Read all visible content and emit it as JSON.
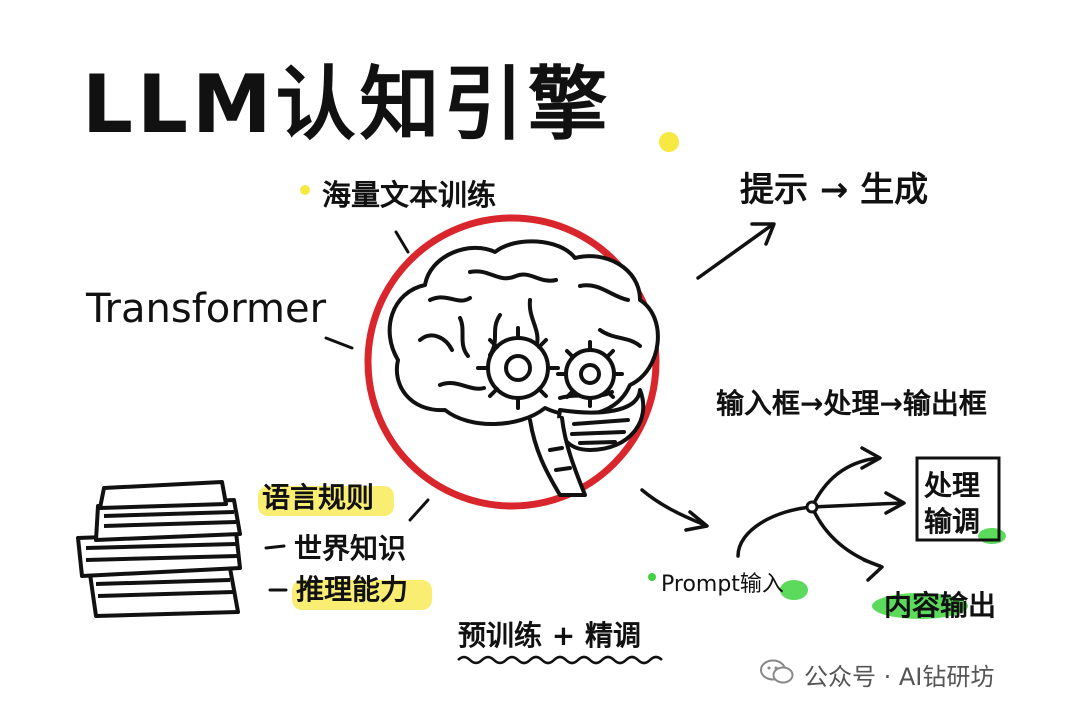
{
  "title": "LLM认知引擎",
  "labels": {
    "training": "海量文本训练",
    "transformer": "Transformer",
    "prompt_generation": "提示 → 生成",
    "io_flow": "输入框→处理→输出框",
    "language_rules": "语言规则",
    "world_knowledge": "世界知识",
    "reasoning": "推理能力",
    "pretrain_finetune": "预训练 + 精调",
    "prompt_input": "Prompt输入",
    "process_line1": "处理",
    "process_line2": "输调",
    "content_output": "内容输出"
  },
  "watermark": "公众号 · AI钻研坊",
  "colors": {
    "circle": "#d9262c",
    "highlight_yellow": "#f7e842",
    "highlight_green": "#3fd33f",
    "ink": "#111111"
  },
  "icons": [
    "brain-icon",
    "gear-icon",
    "books-icon",
    "wechat-icon"
  ]
}
